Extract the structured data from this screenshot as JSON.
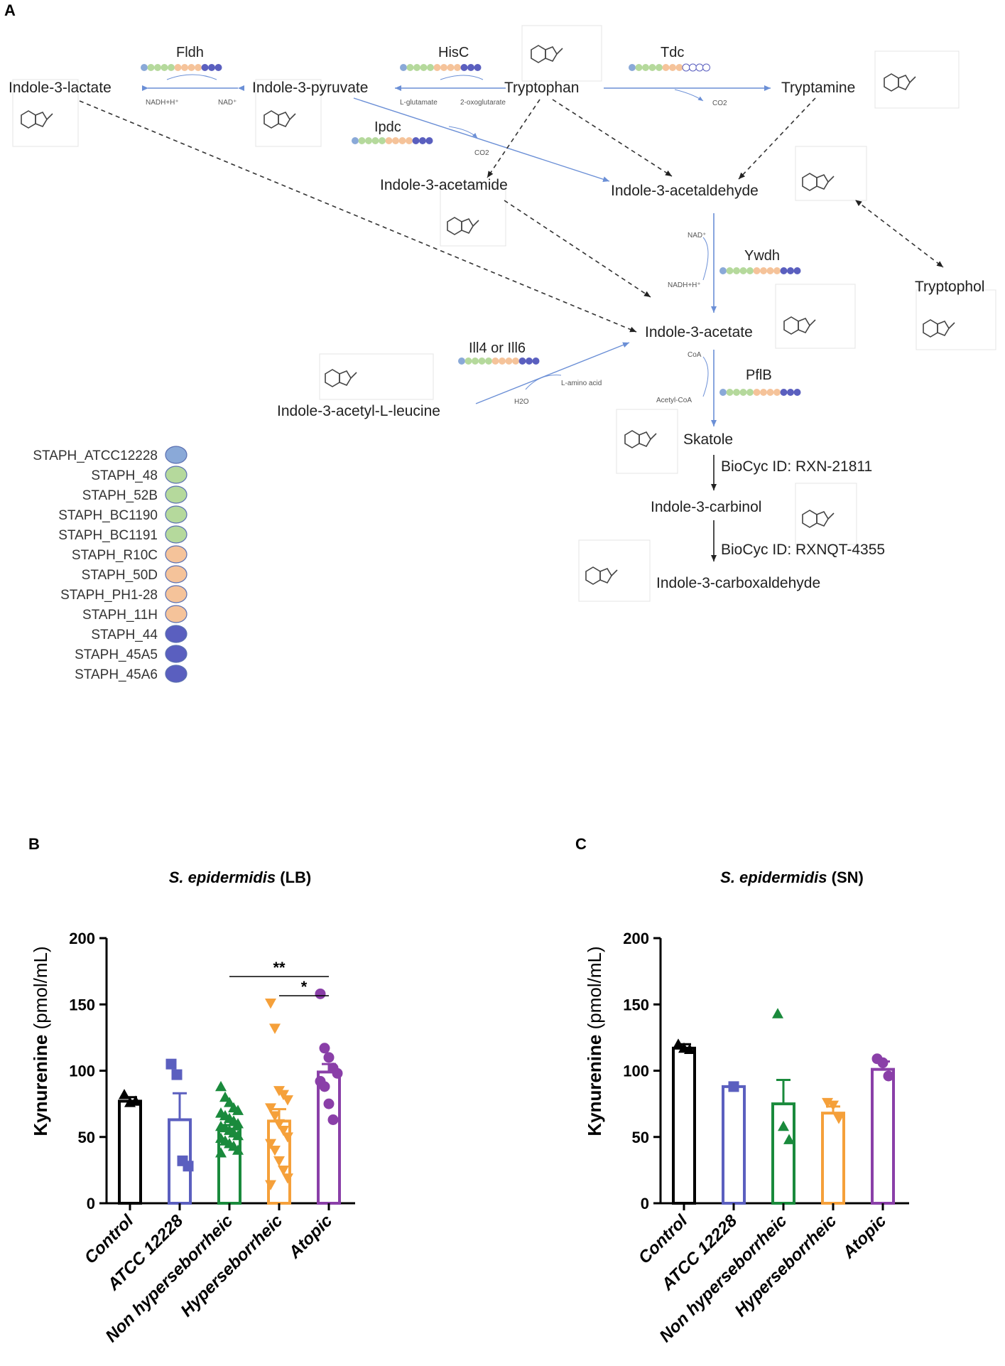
{
  "panel_labels": {
    "a": "A",
    "b": "B",
    "c": "C"
  },
  "pathway": {
    "metabolites": {
      "lactate": "Indole-3-lactate",
      "pyruvate": "Indole-3-pyruvate",
      "tryptophan": "Tryptophan",
      "tryptamine": "Tryptamine",
      "acetamide": "Indole-3-acetamide",
      "acetaldehyde": "Indole-3-acetaldehyde",
      "tryptophol": "Tryptophol",
      "acetate": "Indole-3-acetate",
      "leucine": "Indole-3-acetyl-L-leucine",
      "skatole": "Skatole",
      "carbinol": "Indole-3-carbinol",
      "carboxaldehyde": "Indole-3-carboxaldehyde"
    },
    "enzymes": {
      "fldh": "Fldh",
      "hisc": "HisC",
      "tdc": "Tdc",
      "ipdc": "Ipdc",
      "ywdh": "Ywdh",
      "ill": "Ill4 or Ill6",
      "pflb": "PflB"
    },
    "cofactors": {
      "nadh_fldh": "NADH+H⁺",
      "nad_fldh": "NAD⁺",
      "lglutamate": "L-glutamate",
      "oxoglutarate": "2-oxoglutarate",
      "co2_tdc": "CO2",
      "co2_ipdc": "CO2",
      "nad_ywdh": "NAD⁺",
      "nadh_ywdh": "NADH+H⁺",
      "coa": "CoA",
      "acetylcoa": "Acetyl-CoA",
      "h2o": "H2O",
      "lamino": "L-amino acid"
    },
    "reactions": {
      "biocyc1": "BioCyc ID: RXN-21811",
      "biocyc2": "BioCyc ID: RXNQT-4355"
    },
    "strain_colors": [
      "#8aa9d8",
      "#b5d99c",
      "#b5d99c",
      "#b5d99c",
      "#b5d99c",
      "#f5c39a",
      "#f5c39a",
      "#f5c39a",
      "#f5c39a",
      "#5a5fbf",
      "#5a5fbf",
      "#5a5fbf"
    ],
    "enzyme_presence": {
      "fldh": [
        1,
        1,
        1,
        1,
        1,
        1,
        1,
        1,
        1,
        1,
        1,
        1
      ],
      "hisc": [
        1,
        1,
        1,
        1,
        1,
        1,
        1,
        1,
        1,
        1,
        1,
        1
      ],
      "tdc": [
        1,
        1,
        1,
        1,
        1,
        1,
        1,
        1,
        0,
        0,
        0,
        0
      ],
      "ipdc": [
        1,
        1,
        1,
        1,
        1,
        1,
        1,
        1,
        1,
        1,
        1,
        1
      ],
      "ywdh": [
        1,
        1,
        1,
        1,
        1,
        1,
        1,
        1,
        1,
        1,
        1,
        1
      ],
      "ill": [
        1,
        1,
        1,
        1,
        1,
        1,
        1,
        1,
        1,
        1,
        1,
        1
      ],
      "pflb": [
        1,
        1,
        1,
        1,
        1,
        1,
        1,
        1,
        1,
        1,
        1,
        1
      ]
    },
    "legend": [
      {
        "label": "STAPH_ATCC12228",
        "color": "#8aa9d8"
      },
      {
        "label": "STAPH_48",
        "color": "#b5d99c"
      },
      {
        "label": "STAPH_52B",
        "color": "#b5d99c"
      },
      {
        "label": "STAPH_BC1190",
        "color": "#b5d99c"
      },
      {
        "label": "STAPH_BC1191",
        "color": "#b5d99c"
      },
      {
        "label": "STAPH_R10C",
        "color": "#f5c39a"
      },
      {
        "label": "STAPH_50D",
        "color": "#f5c39a"
      },
      {
        "label": "STAPH_PH1-28",
        "color": "#f5c39a"
      },
      {
        "label": "STAPH_11H",
        "color": "#f5c39a"
      },
      {
        "label": "STAPH_44",
        "color": "#5a5fbf"
      },
      {
        "label": "STAPH_45A5",
        "color": "#5a5fbf"
      },
      {
        "label": "STAPH_45A6",
        "color": "#5a5fbf"
      }
    ]
  },
  "chart_data": [
    {
      "type": "bar",
      "title_italic": "S. epidermidis",
      "title_rest": " (LB)",
      "ylabel_bold": "Kynurenine",
      "ylabel_rest": " (pmol/mL)",
      "ylim": [
        0,
        200
      ],
      "yticks": [
        0,
        50,
        100,
        150,
        200
      ],
      "categories": [
        "Control",
        "ATCC 12228",
        "Non hyperseborrheic",
        "Hyperseborrheic",
        "Atopic"
      ],
      "colors": [
        "#000000",
        "#5b5fbf",
        "#1a8a3c",
        "#f5a03a",
        "#8a3fa8"
      ],
      "markers": [
        "triangle",
        "square",
        "triangle",
        "triangle-down",
        "circle"
      ],
      "values": [
        77,
        63,
        56,
        62,
        99
      ],
      "sem": [
        3,
        20,
        3,
        9,
        6
      ],
      "points": [
        [
          82,
          76,
          77
        ],
        [
          105,
          97,
          32,
          28
        ],
        [
          88,
          80,
          76,
          72,
          70,
          68,
          66,
          64,
          62,
          60,
          58,
          57,
          55,
          53,
          51,
          49,
          47,
          45,
          43,
          40,
          38
        ],
        [
          151,
          132,
          85,
          82,
          78,
          72,
          66,
          60,
          55,
          50,
          45,
          40,
          32,
          25,
          19,
          14
        ],
        [
          158,
          117,
          110,
          102,
          98,
          92,
          88,
          75,
          63
        ]
      ],
      "significance": [
        {
          "from": 2,
          "to": 4,
          "label": "**"
        },
        {
          "from": 3,
          "to": 4,
          "label": "*"
        }
      ]
    },
    {
      "type": "bar",
      "title_italic": "S. epidermidis",
      "title_rest": " (SN)",
      "ylabel_bold": "Kynurenine",
      "ylabel_rest": " (pmol/mL)",
      "ylim": [
        0,
        200
      ],
      "yticks": [
        0,
        50,
        100,
        150,
        200
      ],
      "categories": [
        "Control",
        "ATCC 12228",
        "Non hyperseborrheic",
        "Hyperseborrheic",
        "Atopic"
      ],
      "colors": [
        "#000000",
        "#5b5fbf",
        "#1a8a3c",
        "#f5a03a",
        "#8a3fa8"
      ],
      "markers": [
        "triangle",
        "square",
        "triangle",
        "triangle-down",
        "circle"
      ],
      "values": [
        117,
        88,
        75,
        68,
        101
      ],
      "sem": [
        3,
        0,
        18,
        5,
        6
      ],
      "points": [
        [
          120,
          117,
          116
        ],
        [
          88
        ],
        [
          143,
          58,
          48
        ],
        [
          76,
          74,
          64
        ],
        [
          109,
          106,
          96
        ]
      ],
      "significance": []
    }
  ]
}
